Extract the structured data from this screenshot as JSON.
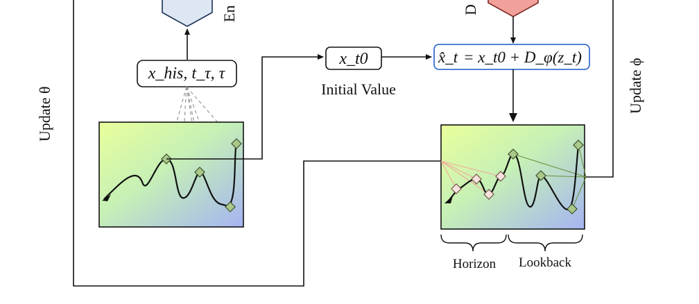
{
  "labels": {
    "encoder_partial": "En",
    "decoder_partial": "D",
    "update_theta": "Update θ",
    "update_phi": "Update ϕ",
    "input_box": "x_his, t_τ, τ",
    "initial_box": "x_t0",
    "initial_value": "Initial Value",
    "formula_lhs": "x̂_t",
    "formula_rhs": "= x_t0 + D_φ(z_t)",
    "horizon": "Horizon",
    "lookback": "Lookback"
  },
  "colors": {
    "encoder_fill": "#dce7f3",
    "decoder_fill": "#f2a09a",
    "formula_border": "#3b6fd0",
    "marker_green": "#a9c98a",
    "marker_pink": "#f7e1dc",
    "grad_start": "#e8ff9a",
    "grad_end": "#a7b6f0",
    "green_line": "#6f8f3f",
    "pink_line": "#f0a99a"
  }
}
